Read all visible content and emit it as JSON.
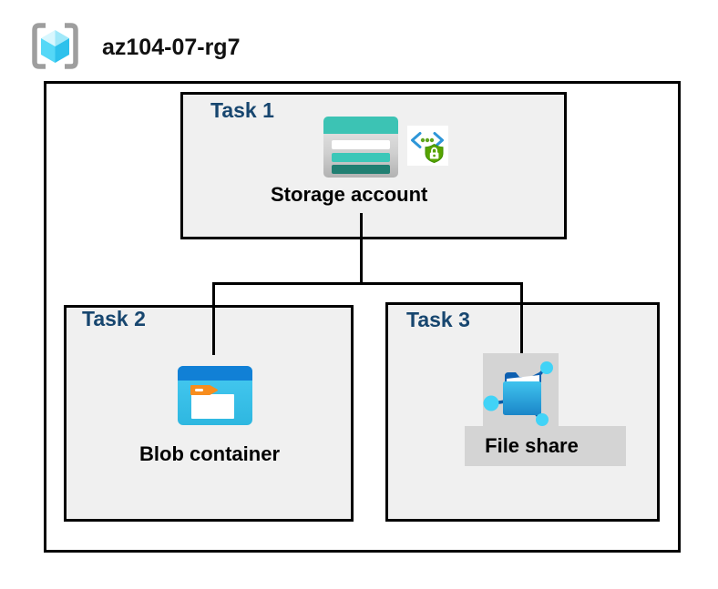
{
  "header": {
    "resource_group": "az104-07-rg7",
    "icon": "resource-group-icon"
  },
  "tasks": [
    {
      "label": "Task 1",
      "resource": "Storage account",
      "icons": [
        "storage-account-icon",
        "secure-code-lock-icon"
      ]
    },
    {
      "label": "Task 2",
      "resource": "Blob container",
      "icons": [
        "blob-container-icon"
      ]
    },
    {
      "label": "Task 3",
      "resource": "File share",
      "icons": [
        "file-share-icon"
      ]
    }
  ],
  "connections": [
    {
      "from": "Storage account",
      "to": "Blob container"
    },
    {
      "from": "Storage account",
      "to": "File share"
    }
  ],
  "colors": {
    "task_label_navy": "#17466F",
    "task_box_bg": "#F0F0F0",
    "box_border": "#000000",
    "storage_teal": "#3CC3B4",
    "storage_teal_dark": "#217F72",
    "blob_header_blue": "#1180D6",
    "blob_body_cyan": "#3CC4EF",
    "folder_tab_orange": "#F78D1E",
    "fileshare_back_blue": "#0D5FB0",
    "fileshare_dot_cyan": "#41D3F7",
    "fileshare_bg_gray": "#D4D4D4",
    "code_bracket_blue": "#2E96D8",
    "shield_green": "#57A300",
    "cube_cyan_light": "#D8F7FE",
    "cube_cyan": "#55D8F7",
    "cube_cyan_dark": "#2DC1EC",
    "bracket_gray": "#9E9E9E"
  }
}
